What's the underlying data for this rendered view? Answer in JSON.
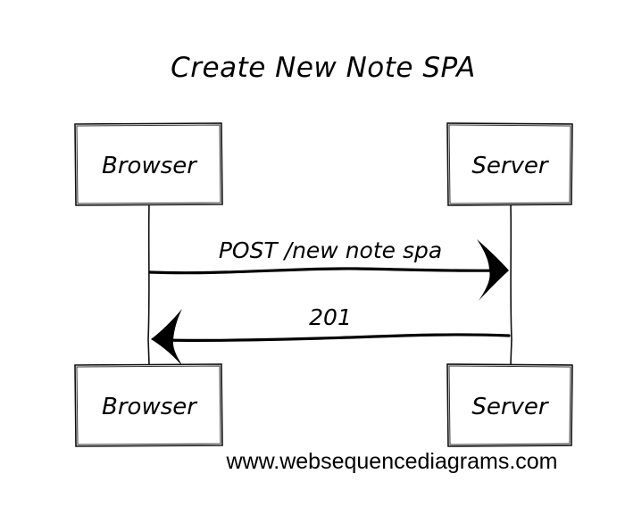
{
  "diagram": {
    "title": "Create New Note SPA",
    "participants": {
      "left_top": "Browser",
      "right_top": "Server",
      "left_bottom": "Browser",
      "right_bottom": "Server"
    },
    "messages": {
      "request": "POST /new note spa",
      "response": "201"
    },
    "watermark": "www.websequencediagrams.com"
  }
}
